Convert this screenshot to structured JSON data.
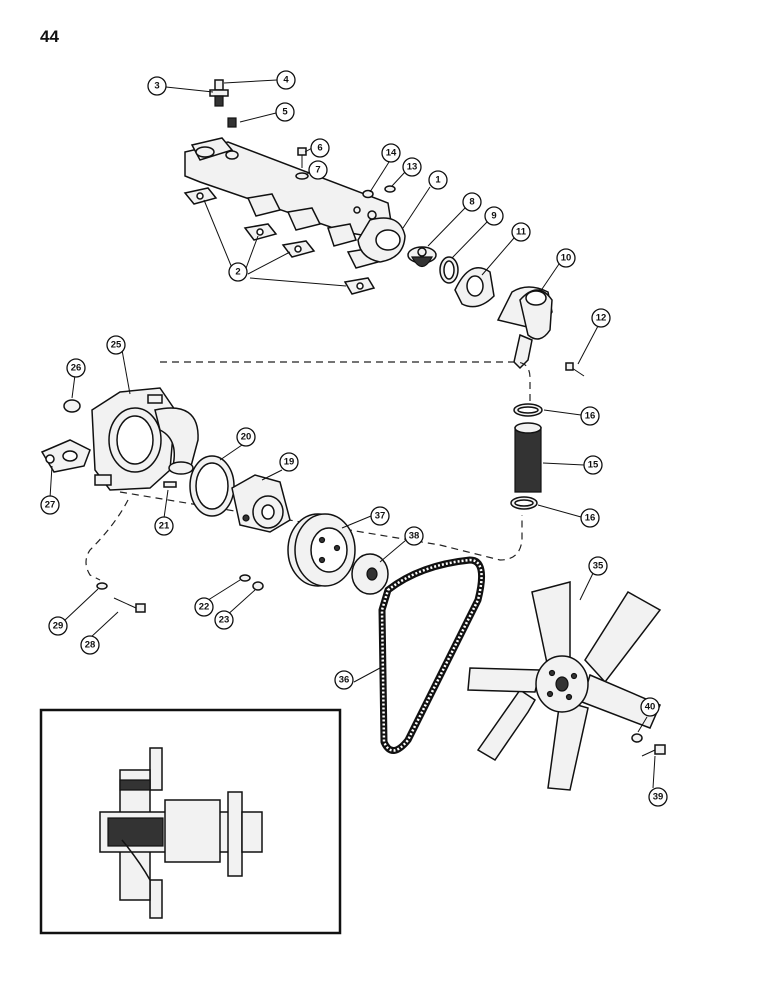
{
  "page": {
    "number": "44"
  },
  "callouts": {
    "c1": "1",
    "c2": "2",
    "c3": "3",
    "c4": "4",
    "c5": "5",
    "c6": "6",
    "c7": "7",
    "c8": "8",
    "c9": "9",
    "c10": "10",
    "c11": "11",
    "c12": "12",
    "c13": "13",
    "c14": "14",
    "c15": "15",
    "c16a": "16",
    "c16b": "16",
    "c19": "19",
    "c20": "20",
    "c21": "21",
    "c22": "22",
    "c23": "23",
    "c25": "25",
    "c26": "26",
    "c27": "27",
    "c28": "28",
    "c29": "29",
    "c35": "35",
    "c36": "36",
    "c37": "37",
    "c38": "38",
    "c39": "39",
    "c40": "40"
  }
}
